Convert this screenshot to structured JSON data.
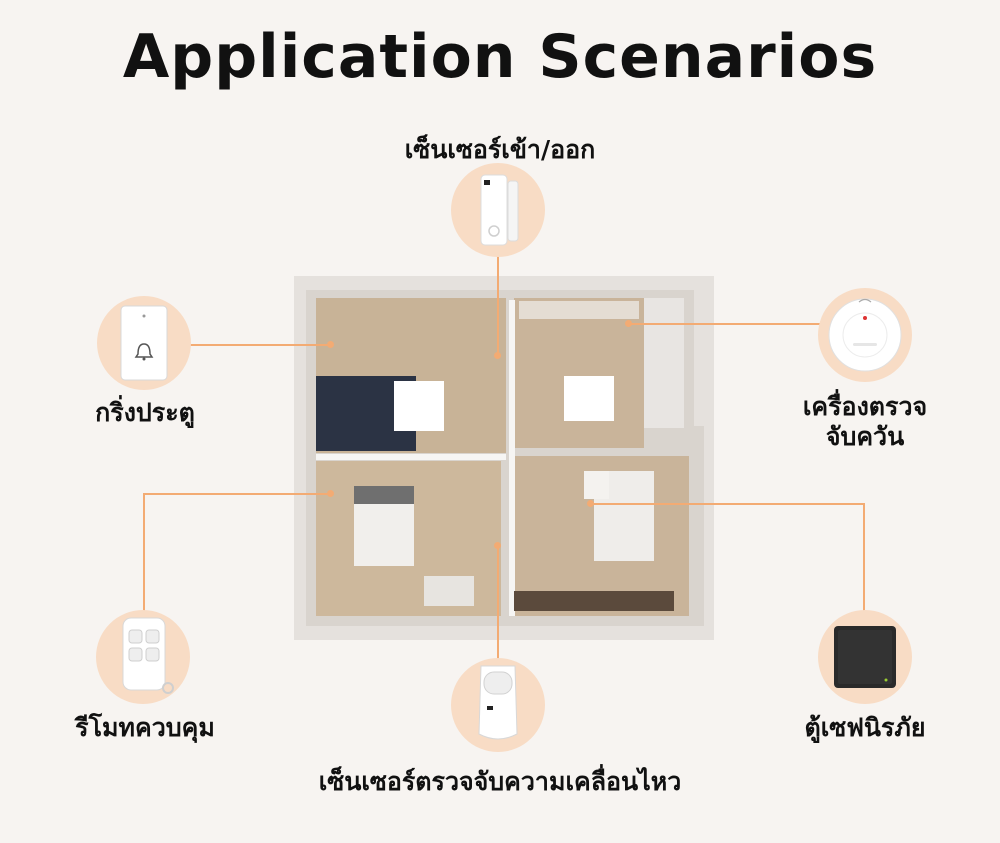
{
  "title": "Application Scenarios",
  "devices": {
    "door_sensor": {
      "label": "เซ็นเซอร์เข้า/ออก",
      "icon": "door-sensor-icon"
    },
    "doorbell": {
      "label": "กริ่งประตู",
      "icon": "doorbell-icon"
    },
    "smoke_detector": {
      "label_line1": "เครื่องตรวจ",
      "label_line2": "จับควัน",
      "icon": "smoke-detector-icon"
    },
    "remote": {
      "label": "รีโมทควบคุม",
      "icon": "remote-control-icon"
    },
    "motion_sensor": {
      "label": "เซ็นเซอร์ตรวจจับความเคลื่อนไหว",
      "icon": "motion-sensor-icon"
    },
    "safe": {
      "label": "ตู้เซฟนิรภัย",
      "icon": "safe-box-icon"
    }
  },
  "colors": {
    "accent": "#f3ab73",
    "circle": "#f8dcc5",
    "floor": "#c9b49a"
  }
}
